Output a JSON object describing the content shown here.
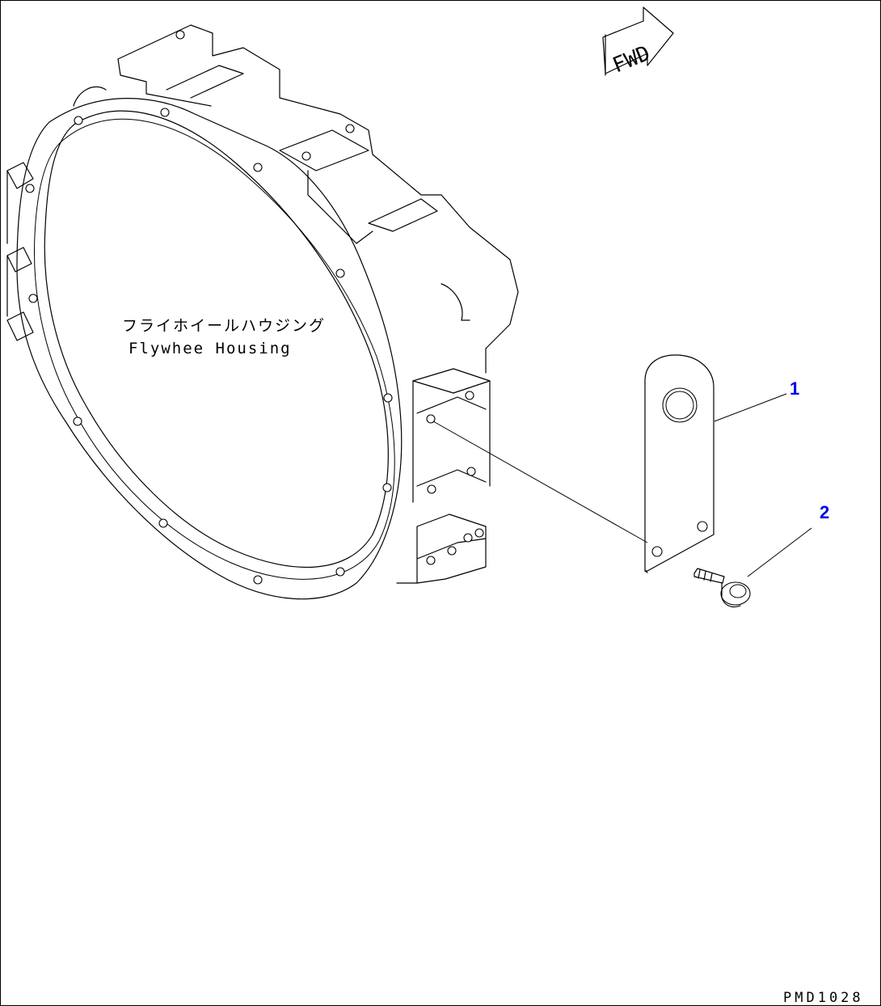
{
  "diagram": {
    "housing_label_jp": "フライホイールハウジング",
    "housing_label_en": "Flywhee  Housing",
    "forward_indicator": "FWD",
    "drawing_code": "PMD1028",
    "callouts": [
      {
        "number": "1",
        "part": "bracket-plate"
      },
      {
        "number": "2",
        "part": "bolt"
      }
    ],
    "colors": {
      "line": "#000000",
      "callout": "#0000ee",
      "background": "#ffffff"
    }
  }
}
